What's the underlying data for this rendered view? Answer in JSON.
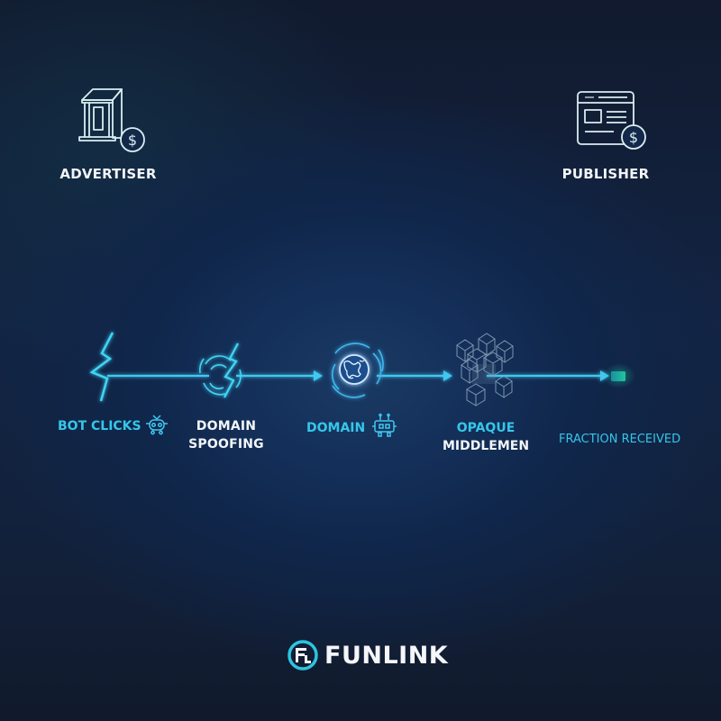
{
  "entities": {
    "advertiser": {
      "label": "ADVERTISER",
      "icon": "storefront-dollar-icon"
    },
    "publisher": {
      "label": "PUBLISHER",
      "icon": "webpage-dollar-icon"
    }
  },
  "flow": {
    "stages": [
      {
        "id": "bot-clicks",
        "label": "BOT CLICKS",
        "icon": "lightning-crack-icon",
        "badge_icon": "robot-icon",
        "color": "#35c6ea"
      },
      {
        "id": "domain-spoofing",
        "label_line1": "DOMAIN",
        "label_line2": "SPOOFING",
        "icon": "vortex-lightning-icon",
        "color": "#f2f5f8"
      },
      {
        "id": "domain",
        "label": "DOMAIN",
        "icon": "globe-vortex-icon",
        "badge_icon": "robot-icon",
        "color": "#35c6ea"
      },
      {
        "id": "opaque-middlemen",
        "label_line1": "OPAQUE",
        "label_line2": "MIDDLEMEN",
        "icon": "cube-cluster-icon",
        "color_line1": "#35c6ea",
        "color_line2": "#f2f5f8"
      },
      {
        "id": "fraction-received",
        "label": "FRACTION RECEIVED",
        "icon": "green-block-icon",
        "color": "#35c6ea"
      }
    ],
    "line_color": "#3fc8f0",
    "end_block_color": "#1fb59a"
  },
  "brand": {
    "name": "FUNLINK",
    "monogram": "FL",
    "accent": "#2ec4e0"
  },
  "colors": {
    "background": "#12223d",
    "cyan": "#35c6ea",
    "white": "#f2f5f8",
    "icon_stroke": "#d8eef2"
  }
}
